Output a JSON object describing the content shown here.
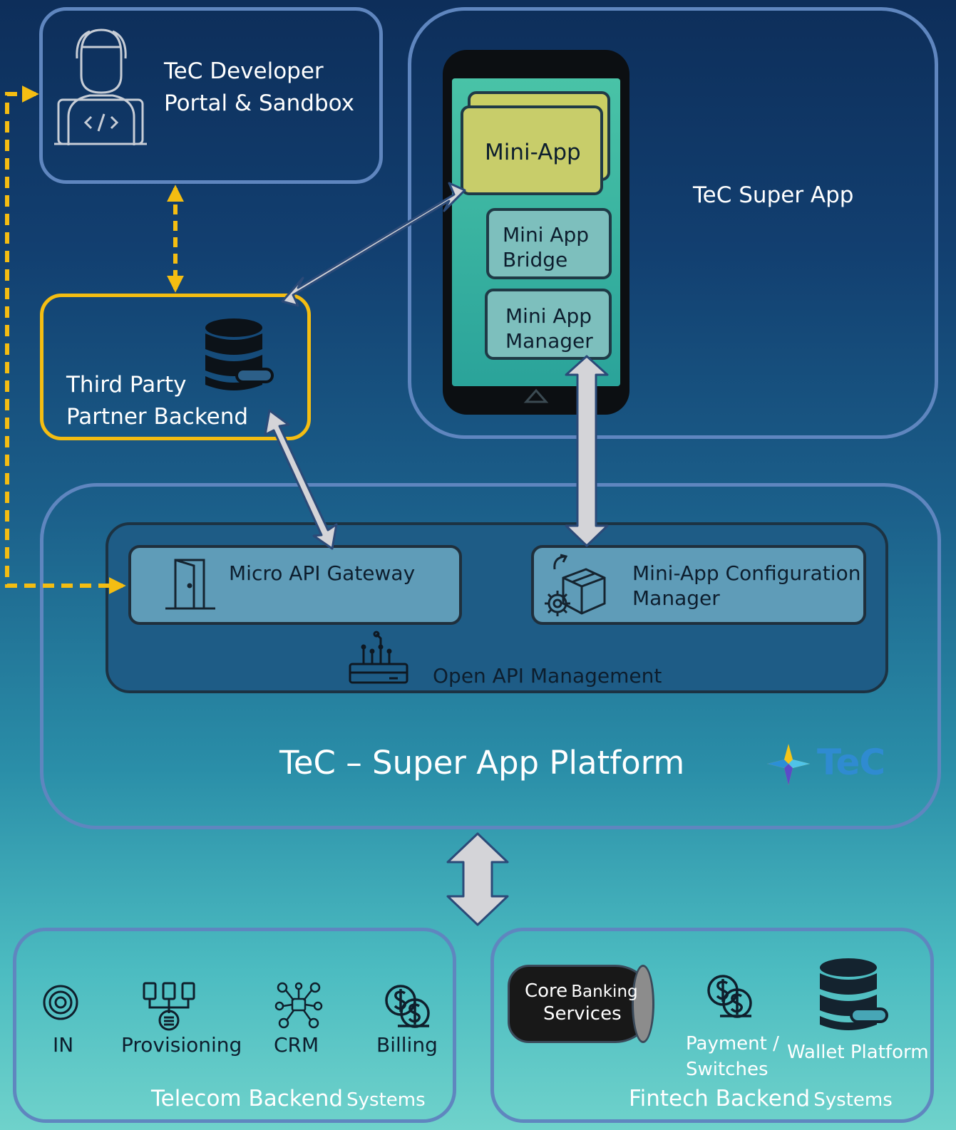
{
  "developer_portal": {
    "line1": "TeC Developer",
    "line2": "Portal & Sandbox"
  },
  "super_app": {
    "label": "TeC Super App",
    "mini_app": "Mini-App",
    "bridge": {
      "line1": "Mini App",
      "line2": "Bridge"
    },
    "manager": {
      "line1": "Mini App",
      "line2": "Manager"
    }
  },
  "partner_backend": {
    "line1": "Third Party",
    "line2": "Partner Backend"
  },
  "platform": {
    "title": "TeC – Super App Platform",
    "logo_text": "TeC",
    "api_management": "Open API Management",
    "gateway": "Micro API Gateway",
    "config_manager": {
      "line1": "Mini-App Configuration",
      "line2": "Manager"
    }
  },
  "telecom": {
    "title_main": "Telecom Backend",
    "title_sub": "Systems",
    "items": [
      "IN",
      "Provisioning",
      "CRM",
      "Billing"
    ]
  },
  "fintech": {
    "title_main": "Fintech Backend",
    "title_sub": "Systems",
    "core_banking": {
      "line1_a": "Core",
      "line1_b": "Banking",
      "line2": "Services"
    },
    "payment": {
      "line1": "Payment /",
      "line2": "Switches"
    },
    "wallet": "Wallet Platform"
  },
  "colors": {
    "accent_yellow": "#f4bd12",
    "outline_blue": "#5f86bf",
    "panel_blue": "#5f9cb8",
    "mini_app_yellow": "#c9cf64",
    "arrow_gray": "#d4d4d8"
  }
}
